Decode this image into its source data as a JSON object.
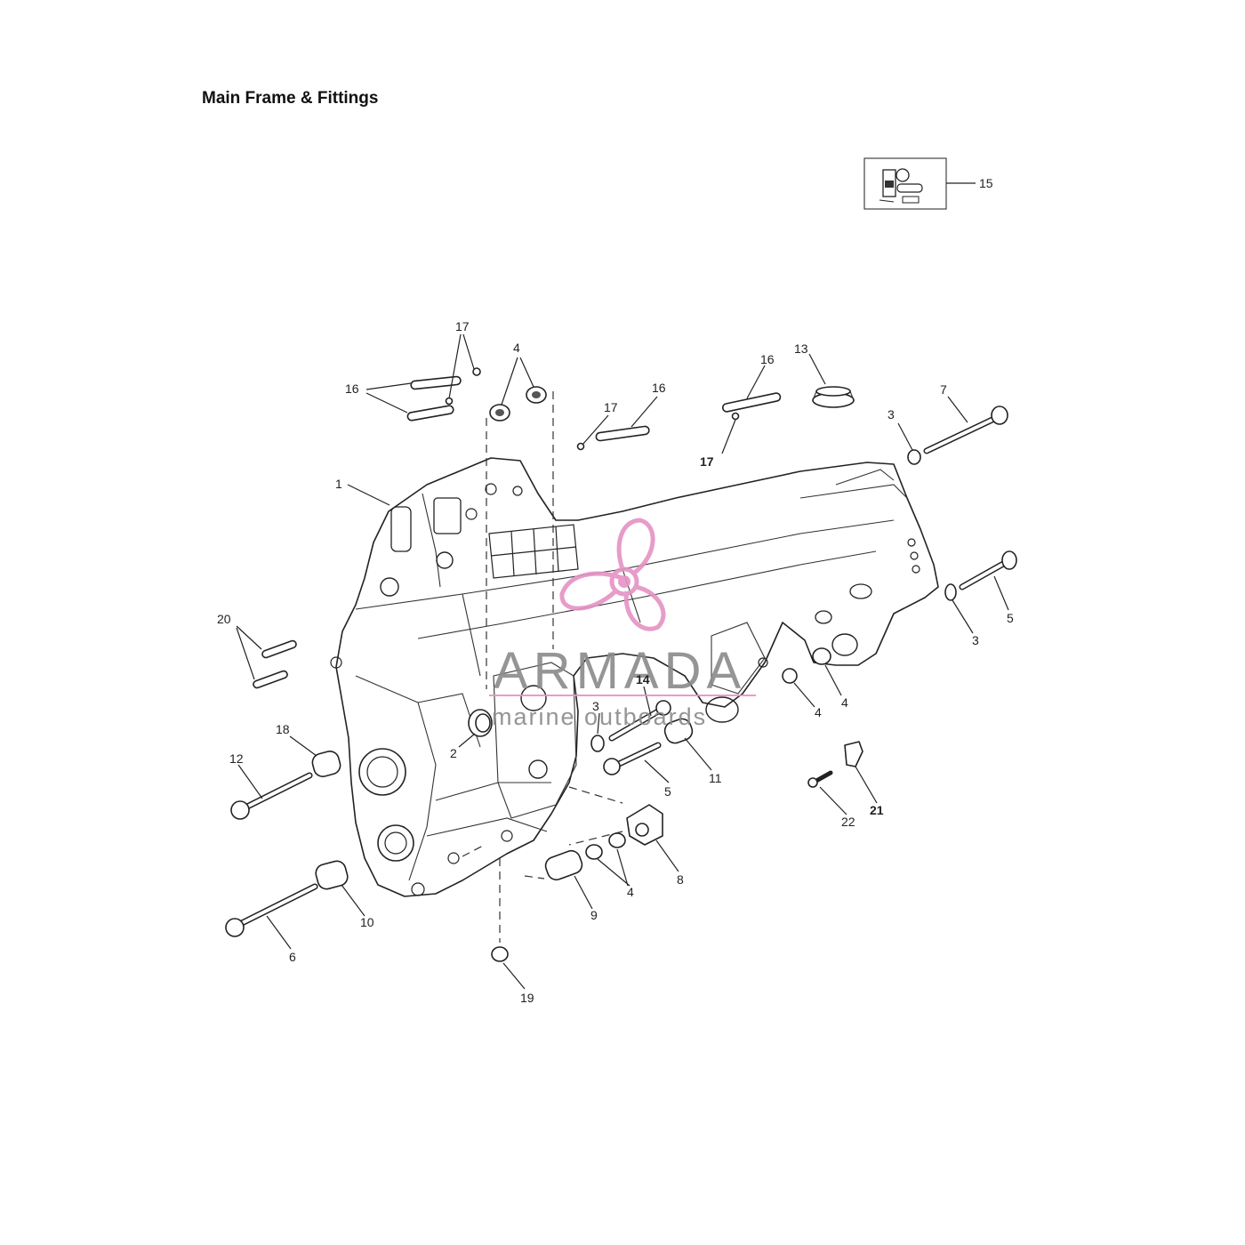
{
  "page": {
    "title": "Main Frame & Fittings"
  },
  "watermark": {
    "brand": "ARMADA",
    "tagline": "marine outboards",
    "color": "#e592c4",
    "text_color": "#8a8a8a"
  },
  "callouts": [
    {
      "id": "c1",
      "label": "1"
    },
    {
      "id": "c2",
      "label": "2"
    },
    {
      "id": "c3a",
      "label": "3"
    },
    {
      "id": "c3b",
      "label": "3"
    },
    {
      "id": "c3c",
      "label": "3"
    },
    {
      "id": "c4a",
      "label": "4"
    },
    {
      "id": "c4b",
      "label": "4"
    },
    {
      "id": "c4c",
      "label": "4"
    },
    {
      "id": "c4d",
      "label": "4"
    },
    {
      "id": "c5a",
      "label": "5"
    },
    {
      "id": "c5b",
      "label": "5"
    },
    {
      "id": "c6",
      "label": "6"
    },
    {
      "id": "c7",
      "label": "7"
    },
    {
      "id": "c8",
      "label": "8"
    },
    {
      "id": "c9",
      "label": "9"
    },
    {
      "id": "c10",
      "label": "10"
    },
    {
      "id": "c11",
      "label": "11"
    },
    {
      "id": "c12",
      "label": "12"
    },
    {
      "id": "c13",
      "label": "13"
    },
    {
      "id": "c14",
      "label": "14"
    },
    {
      "id": "c15",
      "label": "15"
    },
    {
      "id": "c16a",
      "label": "16"
    },
    {
      "id": "c16b",
      "label": "16"
    },
    {
      "id": "c16c",
      "label": "16"
    },
    {
      "id": "c17a",
      "label": "17"
    },
    {
      "id": "c17b",
      "label": "17"
    },
    {
      "id": "c17c",
      "label": "17"
    },
    {
      "id": "c18",
      "label": "18"
    },
    {
      "id": "c19",
      "label": "19"
    },
    {
      "id": "c20",
      "label": "20"
    },
    {
      "id": "c21",
      "label": "21"
    },
    {
      "id": "c22",
      "label": "22"
    }
  ]
}
